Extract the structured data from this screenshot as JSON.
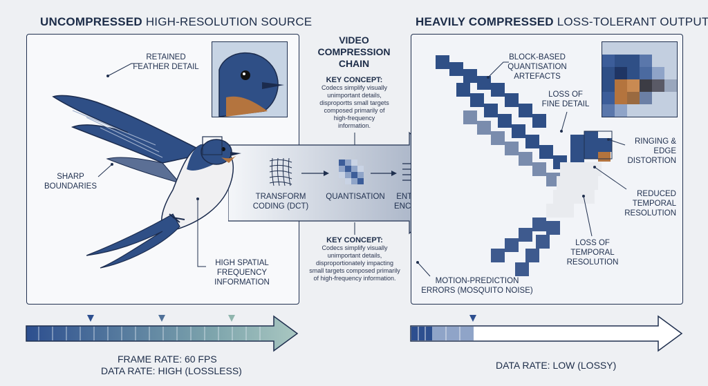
{
  "left_header": {
    "bold": "UNCOMPRESSED",
    "rest": "HIGH-RESOLUTION SOURCE"
  },
  "right_header": {
    "bold": "HEAVILY COMPRESSED",
    "rest": "LOSS-TOLERANT OUTPUT"
  },
  "center": {
    "title_lines": [
      "VIDEO",
      "COMPRESSION",
      "CHAIN"
    ],
    "key_concept_top": {
      "heading": "KEY CONCEPT:",
      "lines": [
        "Codecs simplify visually",
        "unimportant details,",
        "disproportts small targets",
        "composed primarily of",
        "high-frequency",
        "information."
      ]
    },
    "key_concept_bottom": {
      "heading": "KEY CONCEPT:",
      "lines": [
        "Codecs simplify visually",
        "unimportant details,",
        "disproportionately impacting",
        "small targets composed primarily",
        "of high-frequency information."
      ]
    },
    "steps": [
      {
        "label_lines": [
          "TRANSFORM",
          "CODING (DCT)"
        ]
      },
      {
        "label_lines": [
          "QUANTISATION"
        ]
      },
      {
        "label_lines": [
          "ENTROPY",
          "ENCODING"
        ]
      }
    ]
  },
  "left_labels": {
    "feather": [
      "RETAINED",
      "FEATHER DETAIL"
    ],
    "sharp": [
      "SHARP",
      "BOUNDARIES"
    ],
    "freq": [
      "HIGH SPATIAL",
      "FREQUENCY",
      "INFORMATION"
    ]
  },
  "right_labels": {
    "block": [
      "BLOCK-BASED",
      "QUANTISATION",
      "ARTEFACTS"
    ],
    "loss_fine": [
      "LOSS OF",
      "FINE DETAIL"
    ],
    "ringing": [
      "RINGING &",
      "EDGE",
      "DISTORTION"
    ],
    "reduced": [
      "REDUCED",
      "TEMPORAL",
      "RESOLUTION"
    ],
    "loss_temporal": [
      "LOSS OF",
      "TEMPORAL",
      "RESOLUTION"
    ],
    "motion": [
      "MOTION-PREDICTION",
      "ERRORS (MOSQUITO NOISE)"
    ]
  },
  "left_stats": {
    "frame_rate": "FRAME RATE: 60 FPS",
    "data_rate": "DATA RATE: HIGH (LOSSLESS)"
  },
  "right_stats": {
    "data_rate": "DATA RATE: LOW (LOSSY)"
  },
  "colors": {
    "navy": "#1f2f4e",
    "blue": "#2d4f8f",
    "teal": "#8fb5ad",
    "rust": "#b4743e"
  }
}
